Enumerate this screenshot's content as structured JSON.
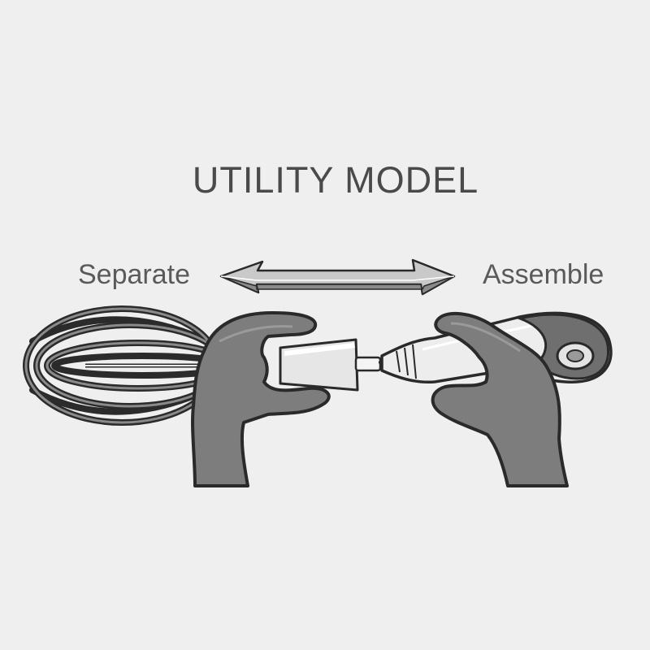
{
  "title": "UTILITY MODEL",
  "labels": {
    "left": "Separate",
    "right": "Assemble"
  },
  "icons": {
    "arrow": "double-headed-arrow-icon",
    "whisk": "whisk-head-icon",
    "handle": "whisk-handle-icon",
    "left_hand": "left-hand-icon",
    "right_hand": "right-hand-icon"
  },
  "colors": {
    "background": "#efefef",
    "hand": "#7d7d7d",
    "outline": "#2a2a2a",
    "text": "#4a4a4a"
  }
}
